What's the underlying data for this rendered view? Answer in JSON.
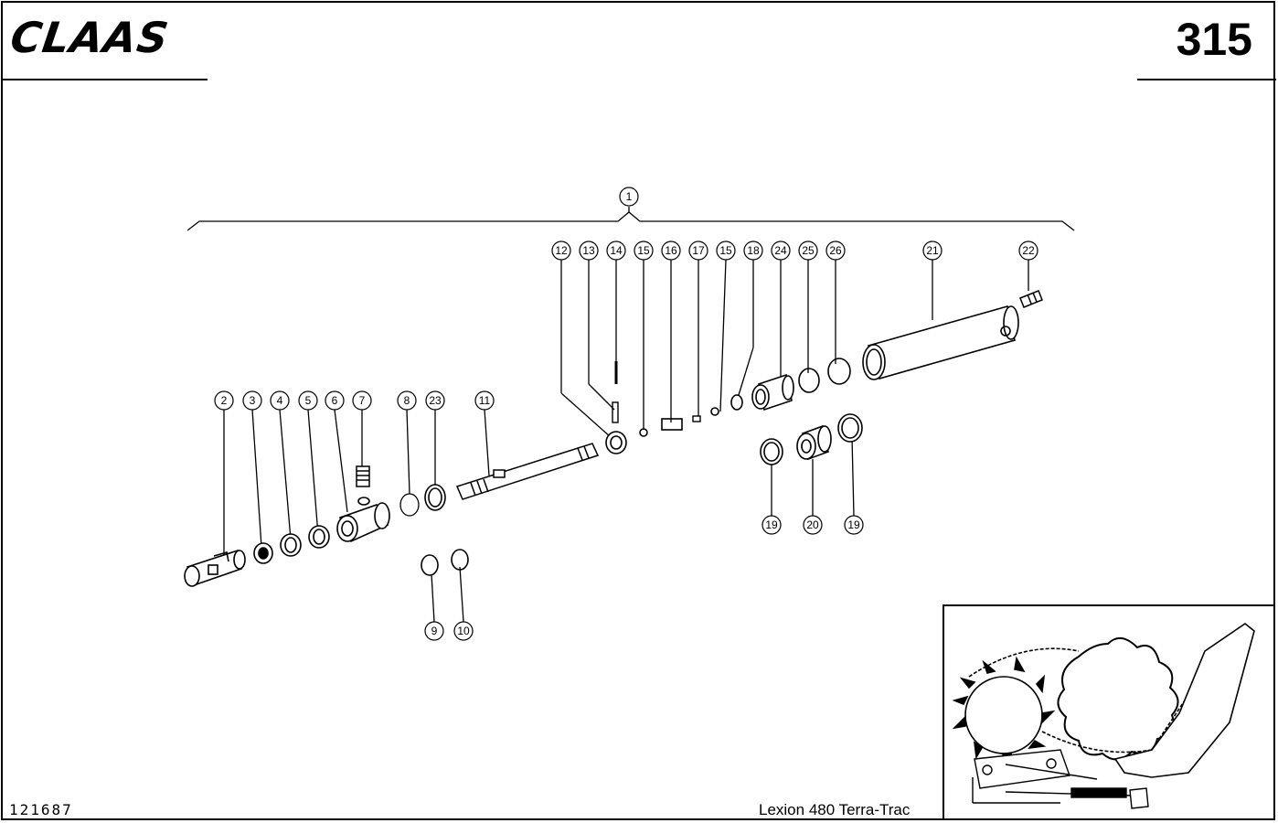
{
  "header": {
    "brand": "CLAAS",
    "page_number": "315"
  },
  "footer": {
    "document_id": "121687",
    "model": "Lexion 480 Terra-Trac"
  },
  "callouts": {
    "c1": "1",
    "c2": "2",
    "c3": "3",
    "c4": "4",
    "c5": "5",
    "c6": "6",
    "c7": "7",
    "c8": "8",
    "c23a": "23",
    "c11": "11",
    "c9": "9",
    "c10": "10",
    "c12": "12",
    "c13": "13",
    "c14": "14",
    "c15a": "15",
    "c16": "16",
    "c17": "17",
    "c15b": "15",
    "c18": "18",
    "c24": "24",
    "c25": "25",
    "c26": "26",
    "c21": "21",
    "c22": "22",
    "c19a": "19",
    "c20": "20",
    "c19b": "19"
  }
}
